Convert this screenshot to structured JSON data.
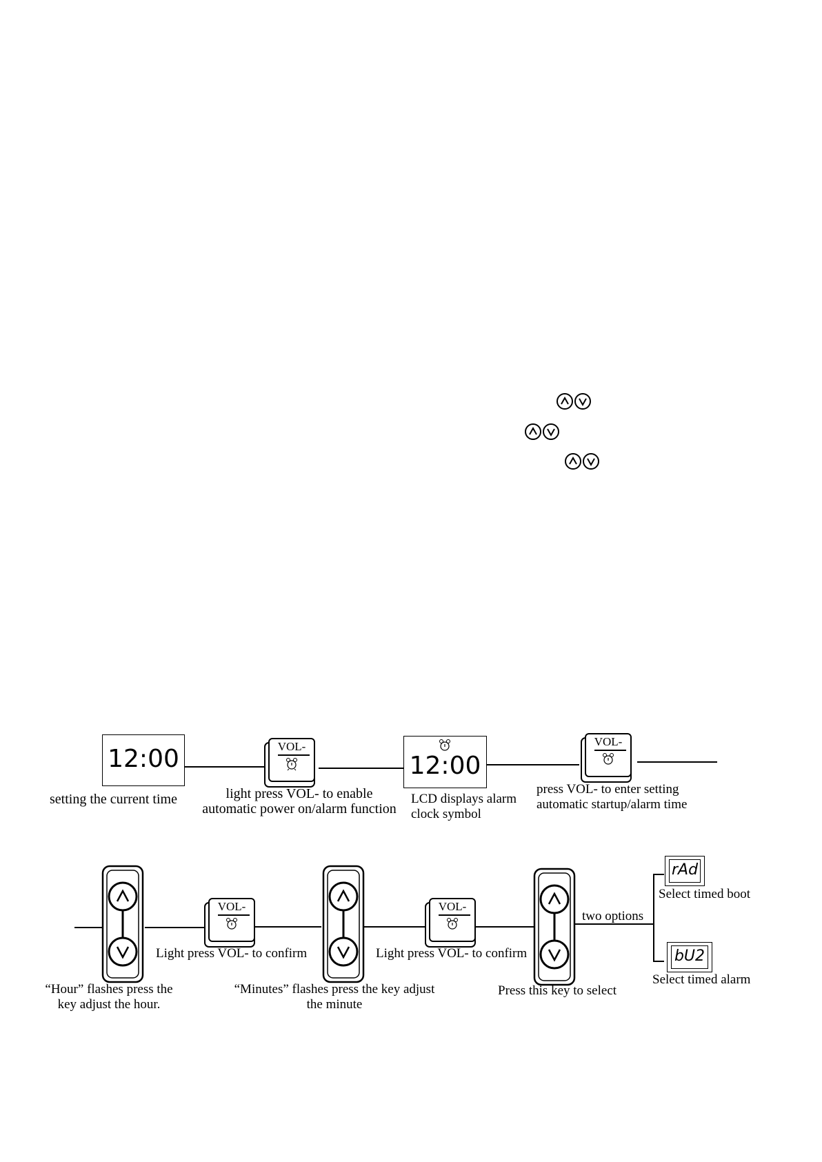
{
  "top_arrow_icons": [
    "up-down-arrows-icon-1",
    "up-down-arrows-icon-2",
    "up-down-arrows-icon-3"
  ],
  "row1": {
    "lcd1_time": "12:00",
    "caption1": "setting the current time",
    "key1_label": "VOL-",
    "caption2_line1": "light press VOL- to enable",
    "caption2_line2": "automatic power on/alarm function",
    "lcd2_time": "12:00",
    "caption3_line1": "LCD displays alarm",
    "caption3_line2": "clock symbol",
    "key2_label": "VOL-",
    "caption4_line1": "press VOL- to  enter setting",
    "caption4_line2": "automatic startup/alarm time"
  },
  "row2": {
    "caption_hour_line1": "“Hour” flashes press the",
    "caption_hour_line2": "key adjust the hour.",
    "key3_label": "VOL-",
    "caption_confirm1": "Light press VOL- to confirm",
    "caption_minute_line1": "“Minutes” flashes press the key adjust",
    "caption_minute_line2": "the minute",
    "key4_label": "VOL-",
    "caption_confirm2": "Light press VOL- to confirm",
    "caption_select": "Press this key to select",
    "two_options": "two options",
    "option1_display": "rAd",
    "option1_label": "Select timed boot",
    "option2_display": "bU2",
    "option2_label": "Select timed alarm"
  }
}
